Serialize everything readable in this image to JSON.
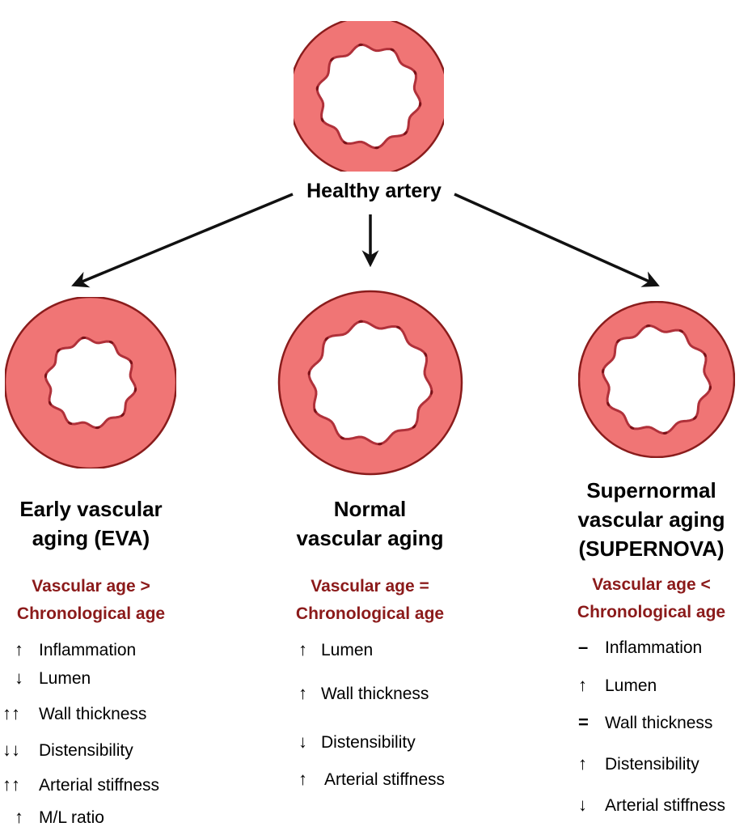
{
  "root": {
    "label": "Healthy artery"
  },
  "columns": [
    {
      "id": "eva",
      "title_lines": [
        "Early vascular",
        "aging (EVA)"
      ],
      "vascular_age_lines": [
        "Vascular age >",
        "Chronological age"
      ],
      "indicators": [
        {
          "symbol": "↑",
          "label": "Inflammation"
        },
        {
          "symbol": "↓",
          "label": "Lumen"
        },
        {
          "symbol": "↑↑",
          "label": "Wall thickness"
        },
        {
          "symbol": "↓↓",
          "label": "Distensibility"
        },
        {
          "symbol": "↑↑",
          "label": "Arterial stiffness"
        },
        {
          "symbol": "↑",
          "label": "M/L ratio"
        }
      ]
    },
    {
      "id": "normal",
      "title_lines": [
        "Normal",
        "vascular aging"
      ],
      "vascular_age_lines": [
        "Vascular age =",
        "Chronological age"
      ],
      "indicators": [
        {
          "symbol": "↑",
          "label": "Lumen"
        },
        {
          "symbol": "↑",
          "label": "Wall thickness"
        },
        {
          "symbol": "↓",
          "label": "Distensibility"
        },
        {
          "symbol": "↑",
          "label": "Arterial stiffness"
        }
      ]
    },
    {
      "id": "supernova",
      "title_lines": [
        "Supernormal",
        "vascular aging",
        "(SUPERNOVA)"
      ],
      "vascular_age_lines": [
        "Vascular age  <",
        "Chronological age"
      ],
      "indicators": [
        {
          "symbol": "–",
          "label": "Inflammation"
        },
        {
          "symbol": "↑",
          "label": "Lumen"
        },
        {
          "symbol": "=",
          "label": "Wall thickness"
        },
        {
          "symbol": "↑",
          "label": "Distensibility"
        },
        {
          "symbol": "↓",
          "label": "Arterial stiffness"
        }
      ]
    }
  ],
  "colors": {
    "wall_fill": "#f07575",
    "wall_stroke": "#8a1c1c",
    "intima": "#b0313a",
    "cell": "#7a1218",
    "vascular_age_text": "#8b1a1a",
    "arrow": "#111111"
  },
  "icons": [
    "artery-cross-section-icon",
    "arrow-icon"
  ]
}
